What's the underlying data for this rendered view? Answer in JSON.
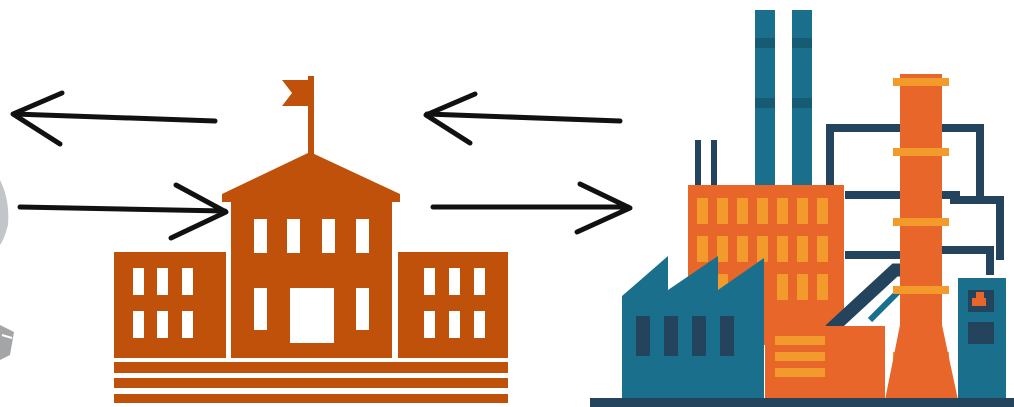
{
  "palette": {
    "school_orange": "#c0510a",
    "factory_teal": "#1a6f8c",
    "factory_navy": "#24435d",
    "factory_orange": "#e8662a",
    "factory_orange_light": "#f39a2c",
    "arrow_black": "#111111"
  },
  "scene": {
    "arrows": [
      {
        "name": "arrow-school-to-left",
        "direction": "left"
      },
      {
        "name": "arrow-left-to-school",
        "direction": "right"
      },
      {
        "name": "arrow-factory-to-school",
        "direction": "left"
      },
      {
        "name": "arrow-school-to-factory",
        "direction": "right"
      }
    ],
    "icons": [
      "school-building-icon",
      "factory-icon",
      "cropped-object-left-edge"
    ]
  }
}
